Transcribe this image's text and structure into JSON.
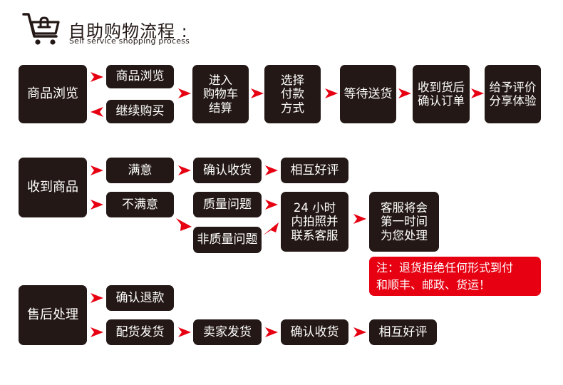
{
  "header": {
    "title": "自助购物流程 :",
    "subtitle": "Self service shopping process",
    "icon": "shopping-cart-icon"
  },
  "colors": {
    "box": "#231815",
    "arrow": "#e60012",
    "note": "#e60012",
    "text": "#ffffff"
  },
  "row1": {
    "browse": "商品浏览",
    "browse_small": "商品浏览",
    "continue": "继续购买",
    "cart": "进入\n购物车\n结算",
    "pay": "选择\n付款\n方式",
    "wait": "等待送货",
    "confirm_order": "收到货后\n确认订单",
    "review": "给予评价\n分享体验"
  },
  "row2": {
    "receive": "收到商品",
    "satisfied": "满意",
    "confirm_receipt": "确认收货",
    "mutual_review": "相互好评",
    "unsatisfied": "不满意",
    "quality": "质量问题",
    "non_quality": "非质量问题",
    "contact": "24 小时\n内拍照并\n联系客服",
    "service": "客服将会\n第一时间\n为您处理",
    "note": "注：退货拒绝任何形式到付\n和顺丰、邮政、货运！"
  },
  "row3": {
    "aftersale": "售后处理",
    "confirm_refund": "确认退款",
    "send_goods": "配货发货",
    "seller_ship": "卖家发货",
    "confirm_receipt": "确认收货",
    "mutual_review": "相互好评"
  }
}
